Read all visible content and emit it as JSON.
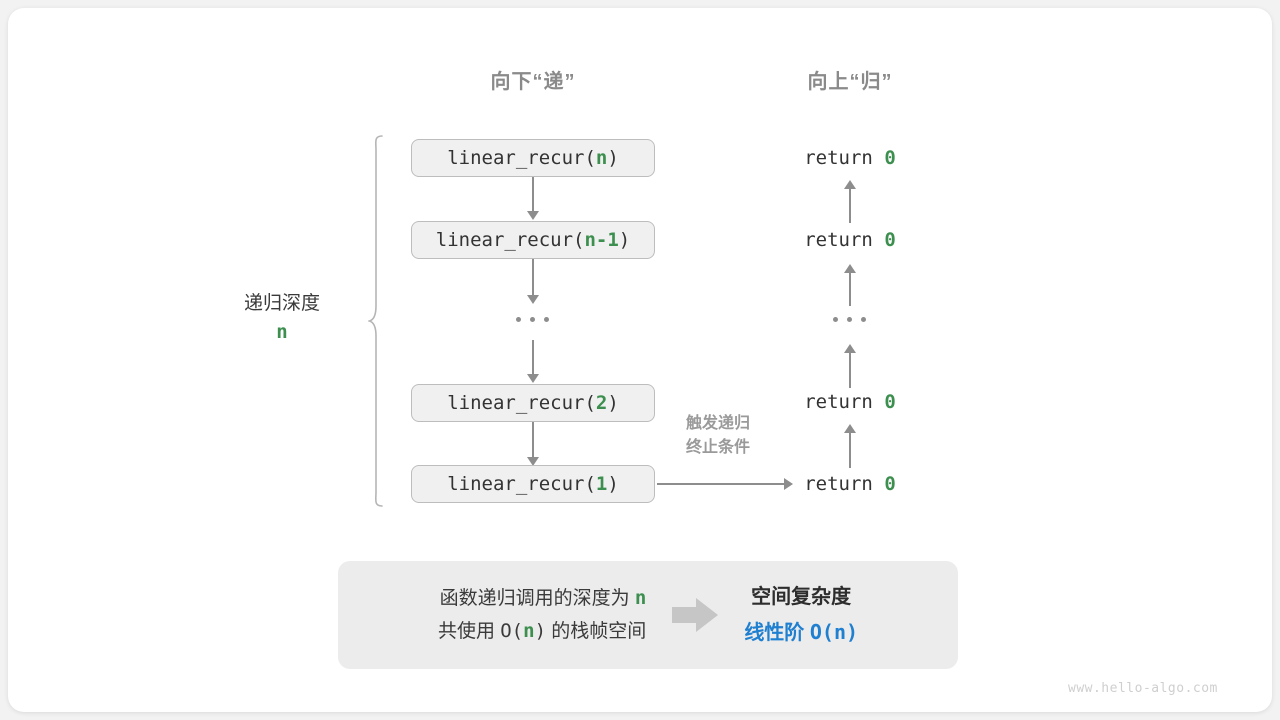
{
  "diagram": {
    "headers": {
      "down": "向下“递”",
      "up": "向上“归”"
    },
    "depth_label": {
      "text": "递归深度",
      "symbol": "n"
    },
    "side_note": {
      "line1": "触发递归",
      "line2": "终止条件"
    },
    "call_stack": [
      {
        "prefix": "linear_recur(",
        "arg": "n",
        "suffix": ")"
      },
      {
        "prefix": "linear_recur(",
        "arg": "n-1",
        "suffix": ")"
      },
      {
        "prefix": "linear_recur(",
        "arg": "2",
        "suffix": ")"
      },
      {
        "prefix": "linear_recur(",
        "arg": "1",
        "suffix": ")"
      }
    ],
    "returns": [
      {
        "keyword": "return",
        "value": "0"
      },
      {
        "keyword": "return",
        "value": "0"
      },
      {
        "keyword": "return",
        "value": "0"
      },
      {
        "keyword": "return",
        "value": "0"
      }
    ],
    "ellipsis": "···"
  },
  "summary": {
    "left_line1_a": "函数递归调用的深度为 ",
    "left_line1_n": "n",
    "left_line2_a": "共使用 ",
    "left_line2_mono_open": "O(",
    "left_line2_n": "n",
    "left_line2_mono_close": ")",
    "left_line2_b": " 的栈帧空间",
    "right_title": "空间复杂度",
    "right_value_zh": "线性阶 ",
    "right_value_mono": "O(n)"
  },
  "watermark": "www.hello-algo.com",
  "colors": {
    "accent_green": "#3d8f4f",
    "accent_blue": "#1f7fd0",
    "stroke_gray": "#8d8d8d",
    "box_fill": "#f0f0f0",
    "panel_fill": "#ececec"
  }
}
